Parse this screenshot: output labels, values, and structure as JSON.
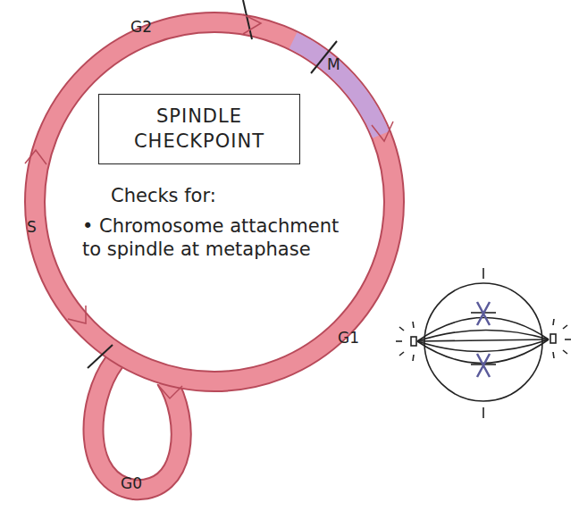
{
  "diagram": {
    "nodes": [
      {
        "text": [
          "SPINDLE CHECKPOINT"
        ]
      }
    ],
    "labels": [
      "G2",
      "M",
      "S",
      "G1",
      "G0",
      "Checks for:",
      "• Chromosome attachment to spindle at metaphase"
    ]
  }
}
